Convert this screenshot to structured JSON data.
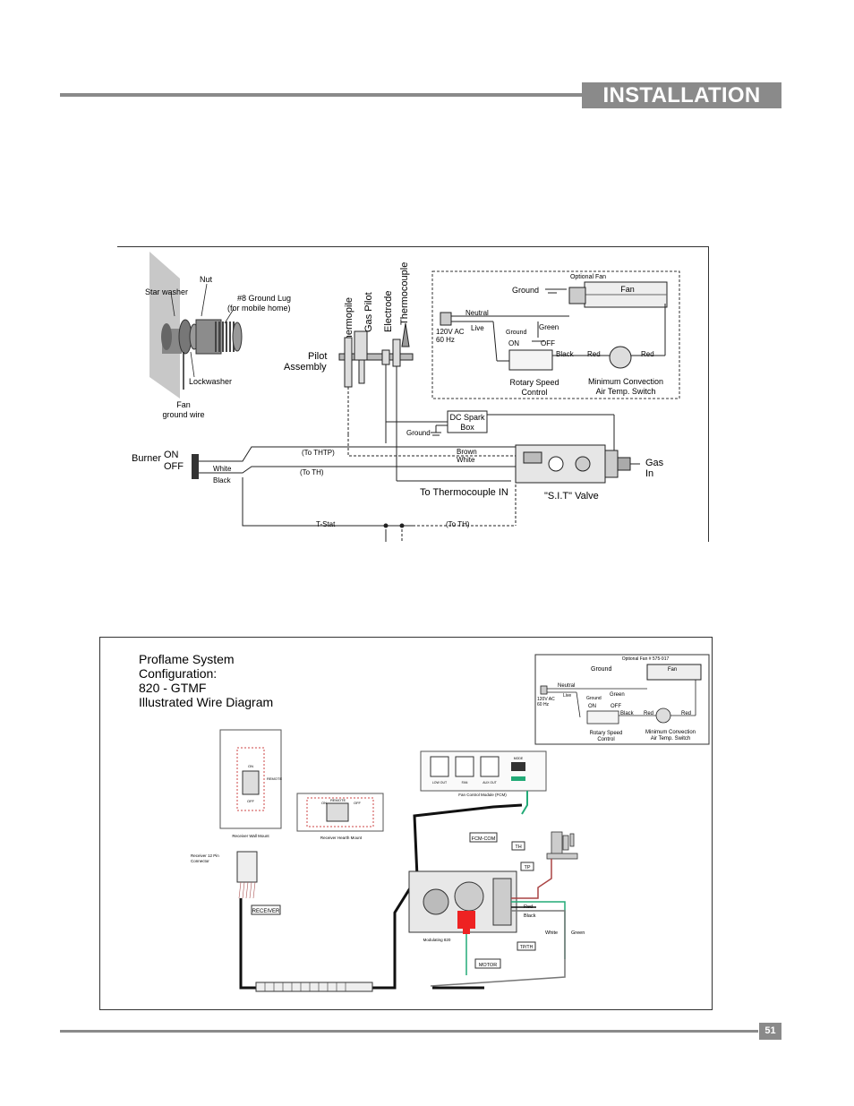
{
  "header": {
    "title": "INSTALLATION"
  },
  "footer": {
    "page_number": "51"
  },
  "diagram1": {
    "labels": {
      "nut": "Nut",
      "star_washer": "Star washer",
      "ground_lug": "#8 Ground Lug",
      "ground_lug_note": "(for mobile home)",
      "lockwasher": "Lockwasher",
      "fan_ground_1": "Fan",
      "fan_ground_2": "ground wire",
      "thermopile": "Thermopile",
      "gas_pilot": "Gas Pilot",
      "electrode": "Electrode",
      "thermocouple": "Thermocouple",
      "pilot_1": "Pilot",
      "pilot_2": "Assembly",
      "burner": "Burner",
      "on": "ON",
      "off": "OFF",
      "white": "White",
      "black": "Black",
      "to_thtp": "(To THTP)",
      "to_th": "(To TH)",
      "dc_spark_1": "DC Spark",
      "dc_spark_2": "Box",
      "ground": "Ground",
      "brown": "Brown",
      "white2": "White",
      "gas_1": "Gas",
      "gas_2": "In",
      "to_thermocouple_in": "To Thermocouple IN",
      "sit_valve": "\"S.I.T\" Valve",
      "tstat": "T-Stat",
      "to_th2": "(To TH)"
    },
    "fan_box": {
      "optional_fan": "Optional Fan",
      "ground": "Ground",
      "fan": "Fan",
      "neutral": "Neutral",
      "live": "Live",
      "ac_1": "120V AC",
      "ac_2": "60 Hz",
      "green": "Green",
      "ground_small": "Ground",
      "on": "ON",
      "off": "OFF",
      "black": "Black",
      "red_1": "Red",
      "red_2": "Red",
      "rotary_1": "Rotary Speed",
      "rotary_2": "Control",
      "min_conv_1": "Minimum Convection",
      "min_conv_2": "Air Temp. Switch"
    }
  },
  "diagram2": {
    "title_lines": [
      "Proflame System",
      "Configuration:",
      "820 - GTMF",
      "Illustrated Wire Diagram"
    ],
    "fan_box": {
      "optional_fan": "Optional Fan # 575-917",
      "ground": "Ground",
      "fan": "Fan",
      "neutral": "Neutral",
      "live": "Live",
      "ac_1": "120V AC",
      "ac_2": "60 Hz",
      "green": "Green",
      "ground_small": "Ground",
      "on": "ON",
      "off": "OFF",
      "black": "Black",
      "red_1": "Red",
      "red_2": "Red",
      "rotary_1": "Rotary Speed",
      "rotary_2": "Control",
      "min_conv_1": "Minimum Convection",
      "min_conv_2": "Air Temp. Switch"
    },
    "labels": {
      "remote": "REMOTE",
      "on": "ON",
      "off": "OFF",
      "receiver_wall": "Receiver Wall Mount",
      "receiver_hearth": "Receiver Hearth Mount",
      "receiver_conn_1": "Receiver 12 Pin",
      "receiver_conn_2": "Connector",
      "receiver": "RECEIVER",
      "fcm_label": "Fan Control Module (FCM)",
      "fcm_com": "FCM-COM",
      "th": "TH",
      "tp": "TP",
      "tpth": "TP/TH",
      "red": "Red",
      "black": "Black",
      "white": "White",
      "green": "Green",
      "modulating": "Modulating 820",
      "motor": "MOTOR",
      "outlet_1": "LOW OUT",
      "outlet_2": "FAN",
      "outlet_3": "AUX OUT",
      "mode": "MODE"
    }
  }
}
